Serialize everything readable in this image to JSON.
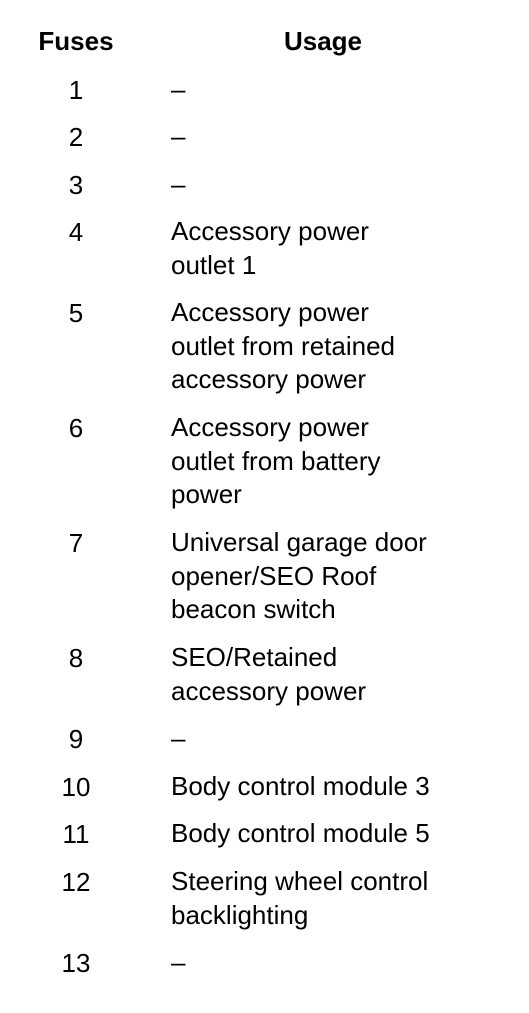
{
  "table": {
    "headers": {
      "fuses": "Fuses",
      "usage": "Usage"
    },
    "rows": [
      {
        "fuse": "1",
        "usage": "–"
      },
      {
        "fuse": "2",
        "usage": "–"
      },
      {
        "fuse": "3",
        "usage": "–"
      },
      {
        "fuse": "4",
        "usage": "Accessory power\noutlet 1"
      },
      {
        "fuse": "5",
        "usage": "Accessory power\noutlet from retained\naccessory power"
      },
      {
        "fuse": "6",
        "usage": "Accessory power\noutlet from battery\npower"
      },
      {
        "fuse": "7",
        "usage": "Universal garage door\nopener/SEO Roof\nbeacon switch"
      },
      {
        "fuse": "8",
        "usage": "SEO/Retained\naccessory power"
      },
      {
        "fuse": "9",
        "usage": "–"
      },
      {
        "fuse": "10",
        "usage": "Body control module 3"
      },
      {
        "fuse": "11",
        "usage": "Body control module 5"
      },
      {
        "fuse": "12",
        "usage": "Steering wheel control\nbacklighting"
      },
      {
        "fuse": "13",
        "usage": "–"
      }
    ]
  }
}
